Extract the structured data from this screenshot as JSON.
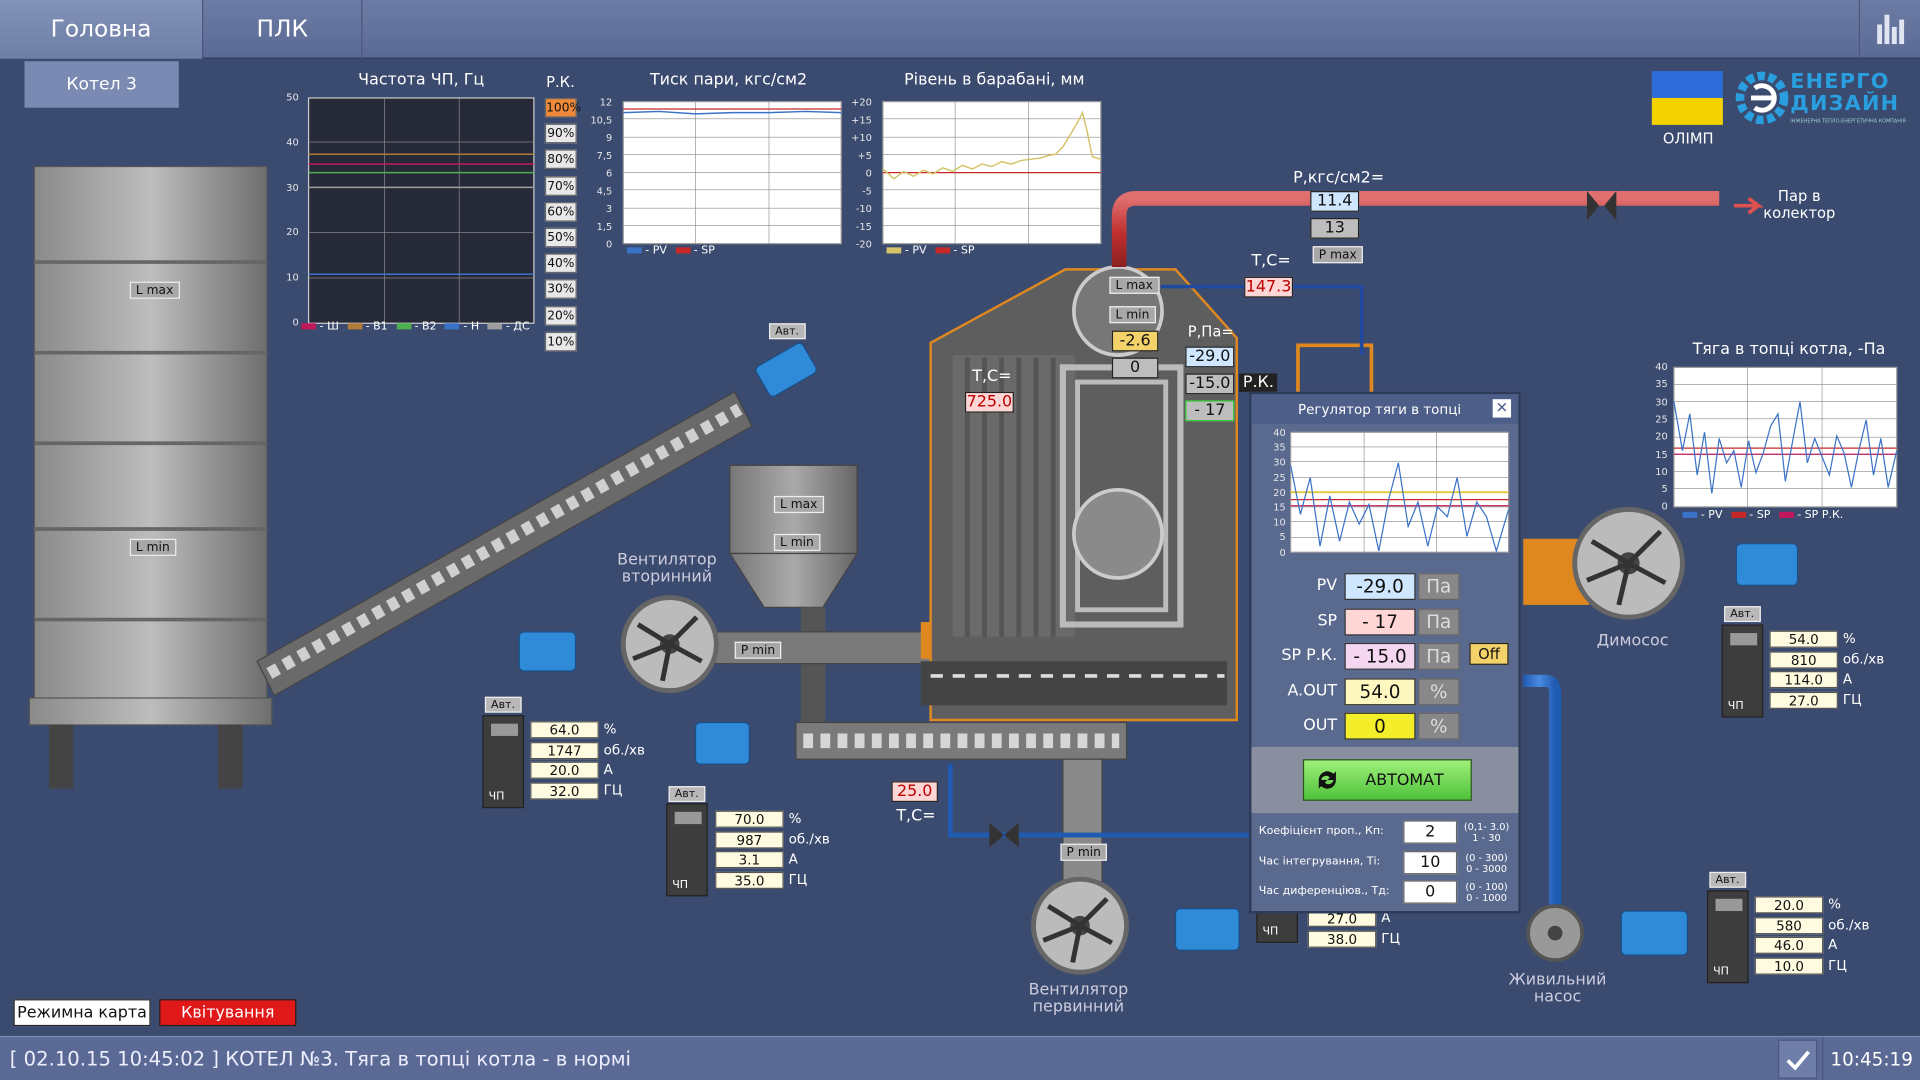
{
  "nav": {
    "tabs": [
      {
        "label": "Головна",
        "active": true
      },
      {
        "label": "ПЛК",
        "active": false
      }
    ],
    "subtab": "Котел 3",
    "stats_icon": "bar-chart-icon"
  },
  "brand": {
    "name": "ЕНЕРГО ДИЗАЙН",
    "tagline": "ІНЖЕНЕРНА ТЕПЛО-ЕНЕРГЕТИЧНА КОМПАНІЯ",
    "flag_label": "ОЛІМП"
  },
  "chart_freq": {
    "title": "Частота ЧП, Гц",
    "y_ticks": [
      "50",
      "40",
      "30",
      "20",
      "10",
      "0"
    ],
    "legend": [
      {
        "name": "- Ш",
        "color": "#c2185b"
      },
      {
        "name": "- В1",
        "color": "#b07a3a"
      },
      {
        "name": "- В2",
        "color": "#4caf50"
      },
      {
        "name": "- Н",
        "color": "#3a72c8"
      },
      {
        "name": "- ДС",
        "color": "#9e9e9e"
      }
    ]
  },
  "rk_scale": {
    "title": "Р.К.",
    "steps": [
      "100%",
      "90%",
      "80%",
      "70%",
      "60%",
      "50%",
      "40%",
      "30%",
      "20%",
      "10%"
    ],
    "active": "100%"
  },
  "chart_press": {
    "title": "Тиск пари, кгс/см2",
    "y_ticks": [
      "12",
      "10,5",
      "9",
      "7,5",
      "6",
      "4,5",
      "3",
      "1,5",
      "0"
    ],
    "legend": [
      {
        "name": "- PV",
        "color": "#3a72c8"
      },
      {
        "name": "- SP",
        "color": "#c62828"
      }
    ]
  },
  "chart_level": {
    "title": "Рівень в барабані, мм",
    "y_ticks": [
      "+20",
      "+15",
      "+10",
      "+5",
      "0",
      "-5",
      "-10",
      "-15",
      "-20"
    ],
    "legend": [
      {
        "name": "- PV",
        "color": "#d4c36a"
      },
      {
        "name": "- SP",
        "color": "#c62828"
      }
    ]
  },
  "chart_draft": {
    "title": "Тяга в топці  котла, -Па",
    "y_ticks": [
      "40",
      "35",
      "30",
      "25",
      "20",
      "15",
      "10",
      "5",
      "0"
    ],
    "legend": [
      {
        "name": "- PV",
        "color": "#3a72c8"
      },
      {
        "name": "- SP",
        "color": "#c62828"
      },
      {
        "name": "- SP Р.К.",
        "color": "#c2185b"
      }
    ]
  },
  "silo": {
    "lmax": "L max",
    "lmin": "L min"
  },
  "hopper": {
    "lmax": "L max",
    "lmin": "L min",
    "pmin": "P min"
  },
  "drum": {
    "lmax": "L max",
    "lmin": "L min",
    "level": "-2.6",
    "level2": "0"
  },
  "steam": {
    "p_label": "Р,кгс/см2=",
    "p_pv": "11.4",
    "p_sp": "13",
    "pmax": "P max",
    "out_label": "Пар в\nколектор"
  },
  "temps": {
    "t1_label": "Т,С=",
    "t1": "147.3",
    "t2_label": "Т,С=",
    "t2": "725.0",
    "t3_label": "Т,С=",
    "t3": "25.0"
  },
  "draft_tags": {
    "p_label": "Р,Па=",
    "pv": "-29.0",
    "sp_rk": "-15.0",
    "sp": "- 17",
    "rk_label": "Р.К."
  },
  "fan_secondary": {
    "label": "Вентилятор\nвторинний",
    "mode": "Авт.",
    "cp": "ЧП",
    "values": [
      "64.0",
      "1747",
      "20.0",
      "32.0"
    ],
    "units": [
      "%",
      "об./хв",
      "А",
      "ГЦ"
    ]
  },
  "screw": {
    "mode": "Авт.",
    "cp": "ЧП",
    "values": [
      "70.0",
      "987",
      "3.1",
      "35.0"
    ],
    "units": [
      "%",
      "об./хв",
      "А",
      "ГЦ"
    ]
  },
  "fan_primary": {
    "label": "Вентилятор\nпервинний",
    "pmin": "P min",
    "cp": "ЧП",
    "values": [
      "27.0",
      "38.0"
    ],
    "units": [
      "А",
      "ГЦ"
    ]
  },
  "smoke_fan": {
    "label": "Димосос",
    "mode": "Авт.",
    "cp": "ЧП",
    "values": [
      "54.0",
      "810",
      "114.0",
      "27.0"
    ],
    "units": [
      "%",
      "об./хв",
      "А",
      "ГЦ"
    ]
  },
  "pump": {
    "label": "Живильний\nнасос",
    "mode": "Авт.",
    "cp": "ЧП",
    "values": [
      "20.0",
      "580",
      "46.0",
      "10.0"
    ],
    "units": [
      "%",
      "об./хв",
      "А",
      "ГЦ"
    ]
  },
  "screw_top": {
    "mode": "Авт."
  },
  "dialog": {
    "title": "Регулятор  тяги в топці",
    "y_ticks": [
      "40",
      "35",
      "30",
      "25",
      "20",
      "15",
      "10",
      "5",
      "0"
    ],
    "params": [
      {
        "label": "PV",
        "value": "-29.0",
        "unit": "Па",
        "color": "#cfe6ff"
      },
      {
        "label": "SP",
        "value": "- 17",
        "unit": "Па",
        "color": "#ffd6d6"
      },
      {
        "label": "SP Р.К.",
        "value": "- 15.0",
        "unit": "Па",
        "color": "#f5d6f0"
      },
      {
        "label": "A.OUT",
        "value": "54.0",
        "unit": "%",
        "color": "#fff7c0"
      },
      {
        "label": "OUT",
        "value": "0",
        "unit": "%",
        "color": "#f4ee2a"
      }
    ],
    "off_label": "Off",
    "auto_label": "АВТОМАТ",
    "coeffs": [
      {
        "label": "Коефіцієнт проп., Кп:",
        "value": "2",
        "range": "(0,1- 3.0)\n1 - 30"
      },
      {
        "label": "Час інтегрування, Ті:",
        "value": "10",
        "range": "(0 - 300)\n0 - 3000"
      },
      {
        "label": "Час диференціюв., Тд:",
        "value": "0",
        "range": "(0 - 100)\n0 - 1000"
      }
    ]
  },
  "buttons": {
    "mode_map": "Режимна карта",
    "ack": "Квітування"
  },
  "status": {
    "message": "[ 02.10.15 10:45:02 ] КОТЕЛ №3.  Тяга в топці котла - в нормі",
    "time": "10:45:19"
  }
}
